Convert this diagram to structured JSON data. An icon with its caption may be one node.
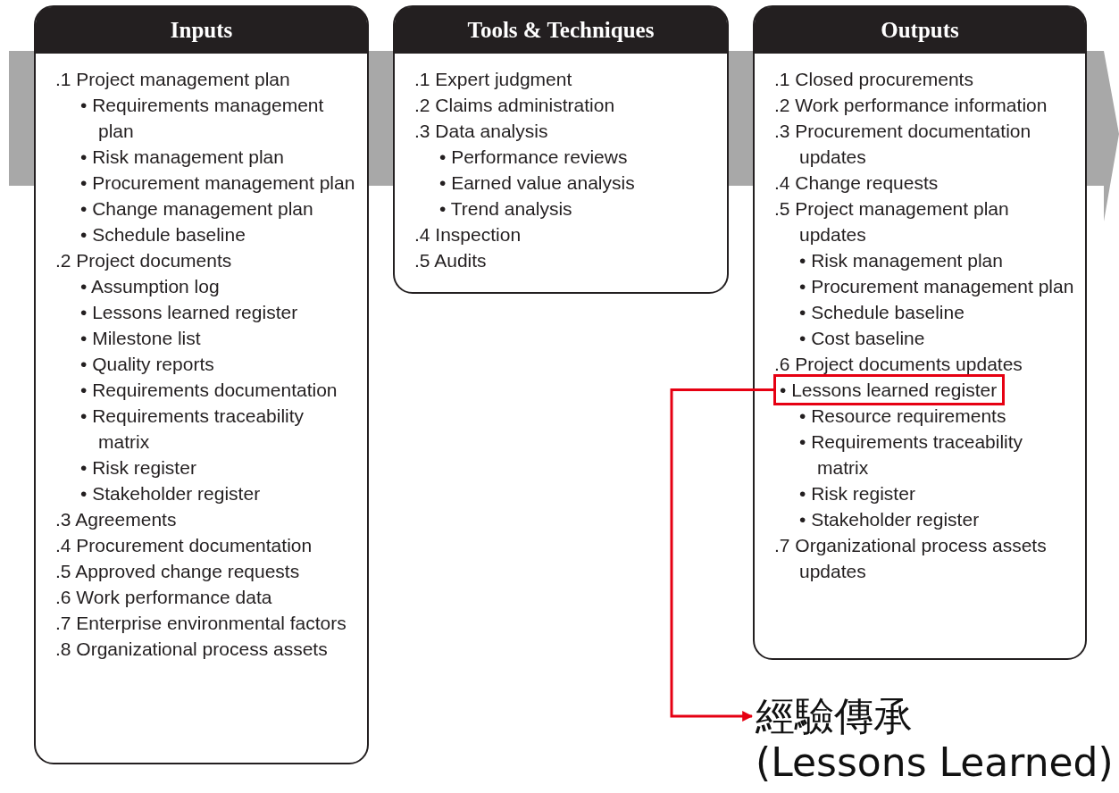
{
  "diagram": {
    "nodes": [
      {
        "text": [
          "Inputs",
          ".1 Project management plan",
          "• Requirements management plan",
          "• Risk management plan",
          "• Procurement management plan",
          "• Change management plan",
          "• Schedule baseline",
          ".2 Project documents",
          "• Assumption log",
          "• Lessons learned register",
          "• Milestone list",
          "• Quality reports",
          "• Requirements documentation",
          "• Requirements traceability matrix",
          "• Risk register",
          "• Stakeholder register",
          ".3 Agreements",
          ".4 Procurement documentation",
          ".5 Approved change requests",
          ".6 Work performance data",
          ".7 Enterprise environmental factors",
          ".8 Organizational process assets"
        ]
      },
      {
        "text": [
          "Tools & Techniques",
          ".1 Expert judgment",
          ".2 Claims administration",
          ".3 Data analysis",
          "• Performance reviews",
          "• Earned value analysis",
          "• Trend analysis",
          ".4 Inspection",
          ".5 Audits"
        ]
      },
      {
        "text": [
          "Outputs",
          ".1 Closed procurements",
          ".2 Work performance information",
          ".3 Procurement documentation updates",
          ".4 Change requests",
          ".5 Project management plan updates",
          "• Risk management plan",
          "• Procurement management plan",
          "• Schedule baseline",
          "• Cost baseline",
          ".6 Project documents updates",
          "• Resource requirements",
          "• Requirements traceability matrix",
          "• Risk register",
          "• Stakeholder register",
          ".7 Organizational process assets updates"
        ]
      },
      {
        "text": [
          "• Lessons learned register"
        ],
        "in": 2
      },
      {
        "text": [
          "經驗傳承",
          "(Lessons Learned)"
        ]
      }
    ],
    "edges": [
      {
        "from": 3,
        "to": 4,
        "arrow": "to",
        "color": "#e60012"
      }
    ]
  }
}
